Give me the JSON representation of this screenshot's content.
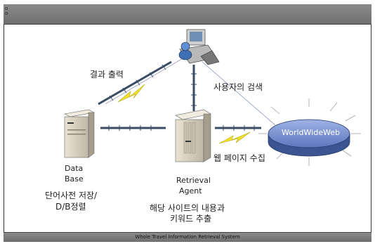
{
  "footer_title": "Whole Travel Information Retrieval System",
  "labels": {
    "result_output": "결과 출력",
    "user_search": "사용자의 검색",
    "web_page_collect": "웹 페이지 수집",
    "database_line1": "Data",
    "database_line2": "Base",
    "database_desc_line1": "단어사전 저장/",
    "database_desc_line2": "D/B정렬",
    "agent_line1": "Retrieval",
    "agent_line2": "Agent",
    "agent_desc_line1": "해당 사이트의 내용과",
    "agent_desc_line2": "키워드 추출",
    "web": "WorldWideWeb"
  },
  "colors": {
    "frame_bar": "#7d7d7d",
    "link_line": "#3a4b66",
    "lightning": "#f2e22a",
    "web_disk": "#5b74b8"
  },
  "icons": [
    "user-workstation-icon",
    "database-server-icon",
    "agent-server-icon",
    "web-disk-icon",
    "lightning-icon"
  ]
}
